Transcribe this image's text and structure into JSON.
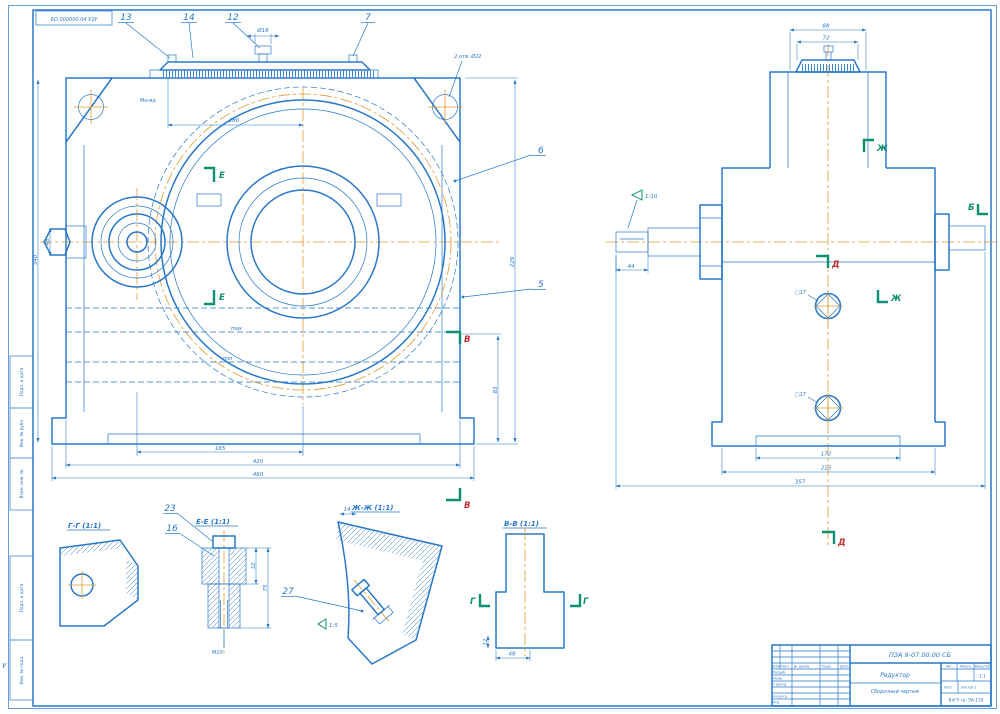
{
  "frame": {
    "stamp": "БО.000000.04 У2У",
    "format": "У"
  },
  "callouts": {
    "c13": "13",
    "c14": "14",
    "c12": "12",
    "c7": "7",
    "c6": "6",
    "c5": "5",
    "c23": "23",
    "c16": "16",
    "c27": "27"
  },
  "notes": {
    "holes": "2 отв. Ø22",
    "oil": "Мн-вд",
    "max": "max",
    "min": "min",
    "taper_left": "1:10",
    "taper_zh": "1:5",
    "plug": "□17",
    "thread": "М10"
  },
  "dims": {
    "cover": "180",
    "breather": "Ø18",
    "height": "340",
    "shaft": "48",
    "right1": "229",
    "right2": "83",
    "axes": "165",
    "base1": "420",
    "base2": "460",
    "s_top1": "88",
    "s_top2": "72",
    "s_shaft": "44",
    "s_b1": "172",
    "s_b2": "213",
    "s_b3": "357",
    "ee1": "32",
    "ee2": "75",
    "zh1": "14",
    "vv1": "12",
    "vv2": "48"
  },
  "sections": {
    "gg": "Г-Г (1:1)",
    "ee": "Е-Е (1:1)",
    "zh": "Ж-Ж (1:1)",
    "vv": "В-В (1:1)"
  },
  "marks": {
    "e": "Е",
    "zh": "Ж",
    "d": "Д",
    "v": "В",
    "g": "Г",
    "b": "Б"
  },
  "title_block": {
    "doc_code": "ПЗА 9-07.00.00 СБ",
    "name": "Редуктор",
    "type": "Сборочный чертеж",
    "h_izm": "Изм.",
    "h_list": "Лист",
    "h_doc": "№ докум.",
    "h_podp": "Подп.",
    "h_data": "Дата",
    "r1": "Разраб.",
    "r2": "Пров.",
    "r3": "Т.контр.",
    "r4": "Н.контр.",
    "r5": "Утв.",
    "lit": "Лит.",
    "mass": "Масса",
    "scale_h": "Масштаб",
    "scale": "1:1",
    "sheet": "Лист",
    "sheets": "Листов 1",
    "org": "ВлГУ  гр. ЭА-119"
  },
  "stamps": {
    "s1": "Подп. и дата",
    "s2": "Инв. № дубл.",
    "s3": "Взам. инв. №",
    "s4": "Подп. и дата",
    "s5": "Инв. № подл."
  },
  "colors": {
    "line": "#2878c8",
    "center": "#e09a30",
    "mark": "#0f8f72",
    "letter": "#c23030"
  }
}
